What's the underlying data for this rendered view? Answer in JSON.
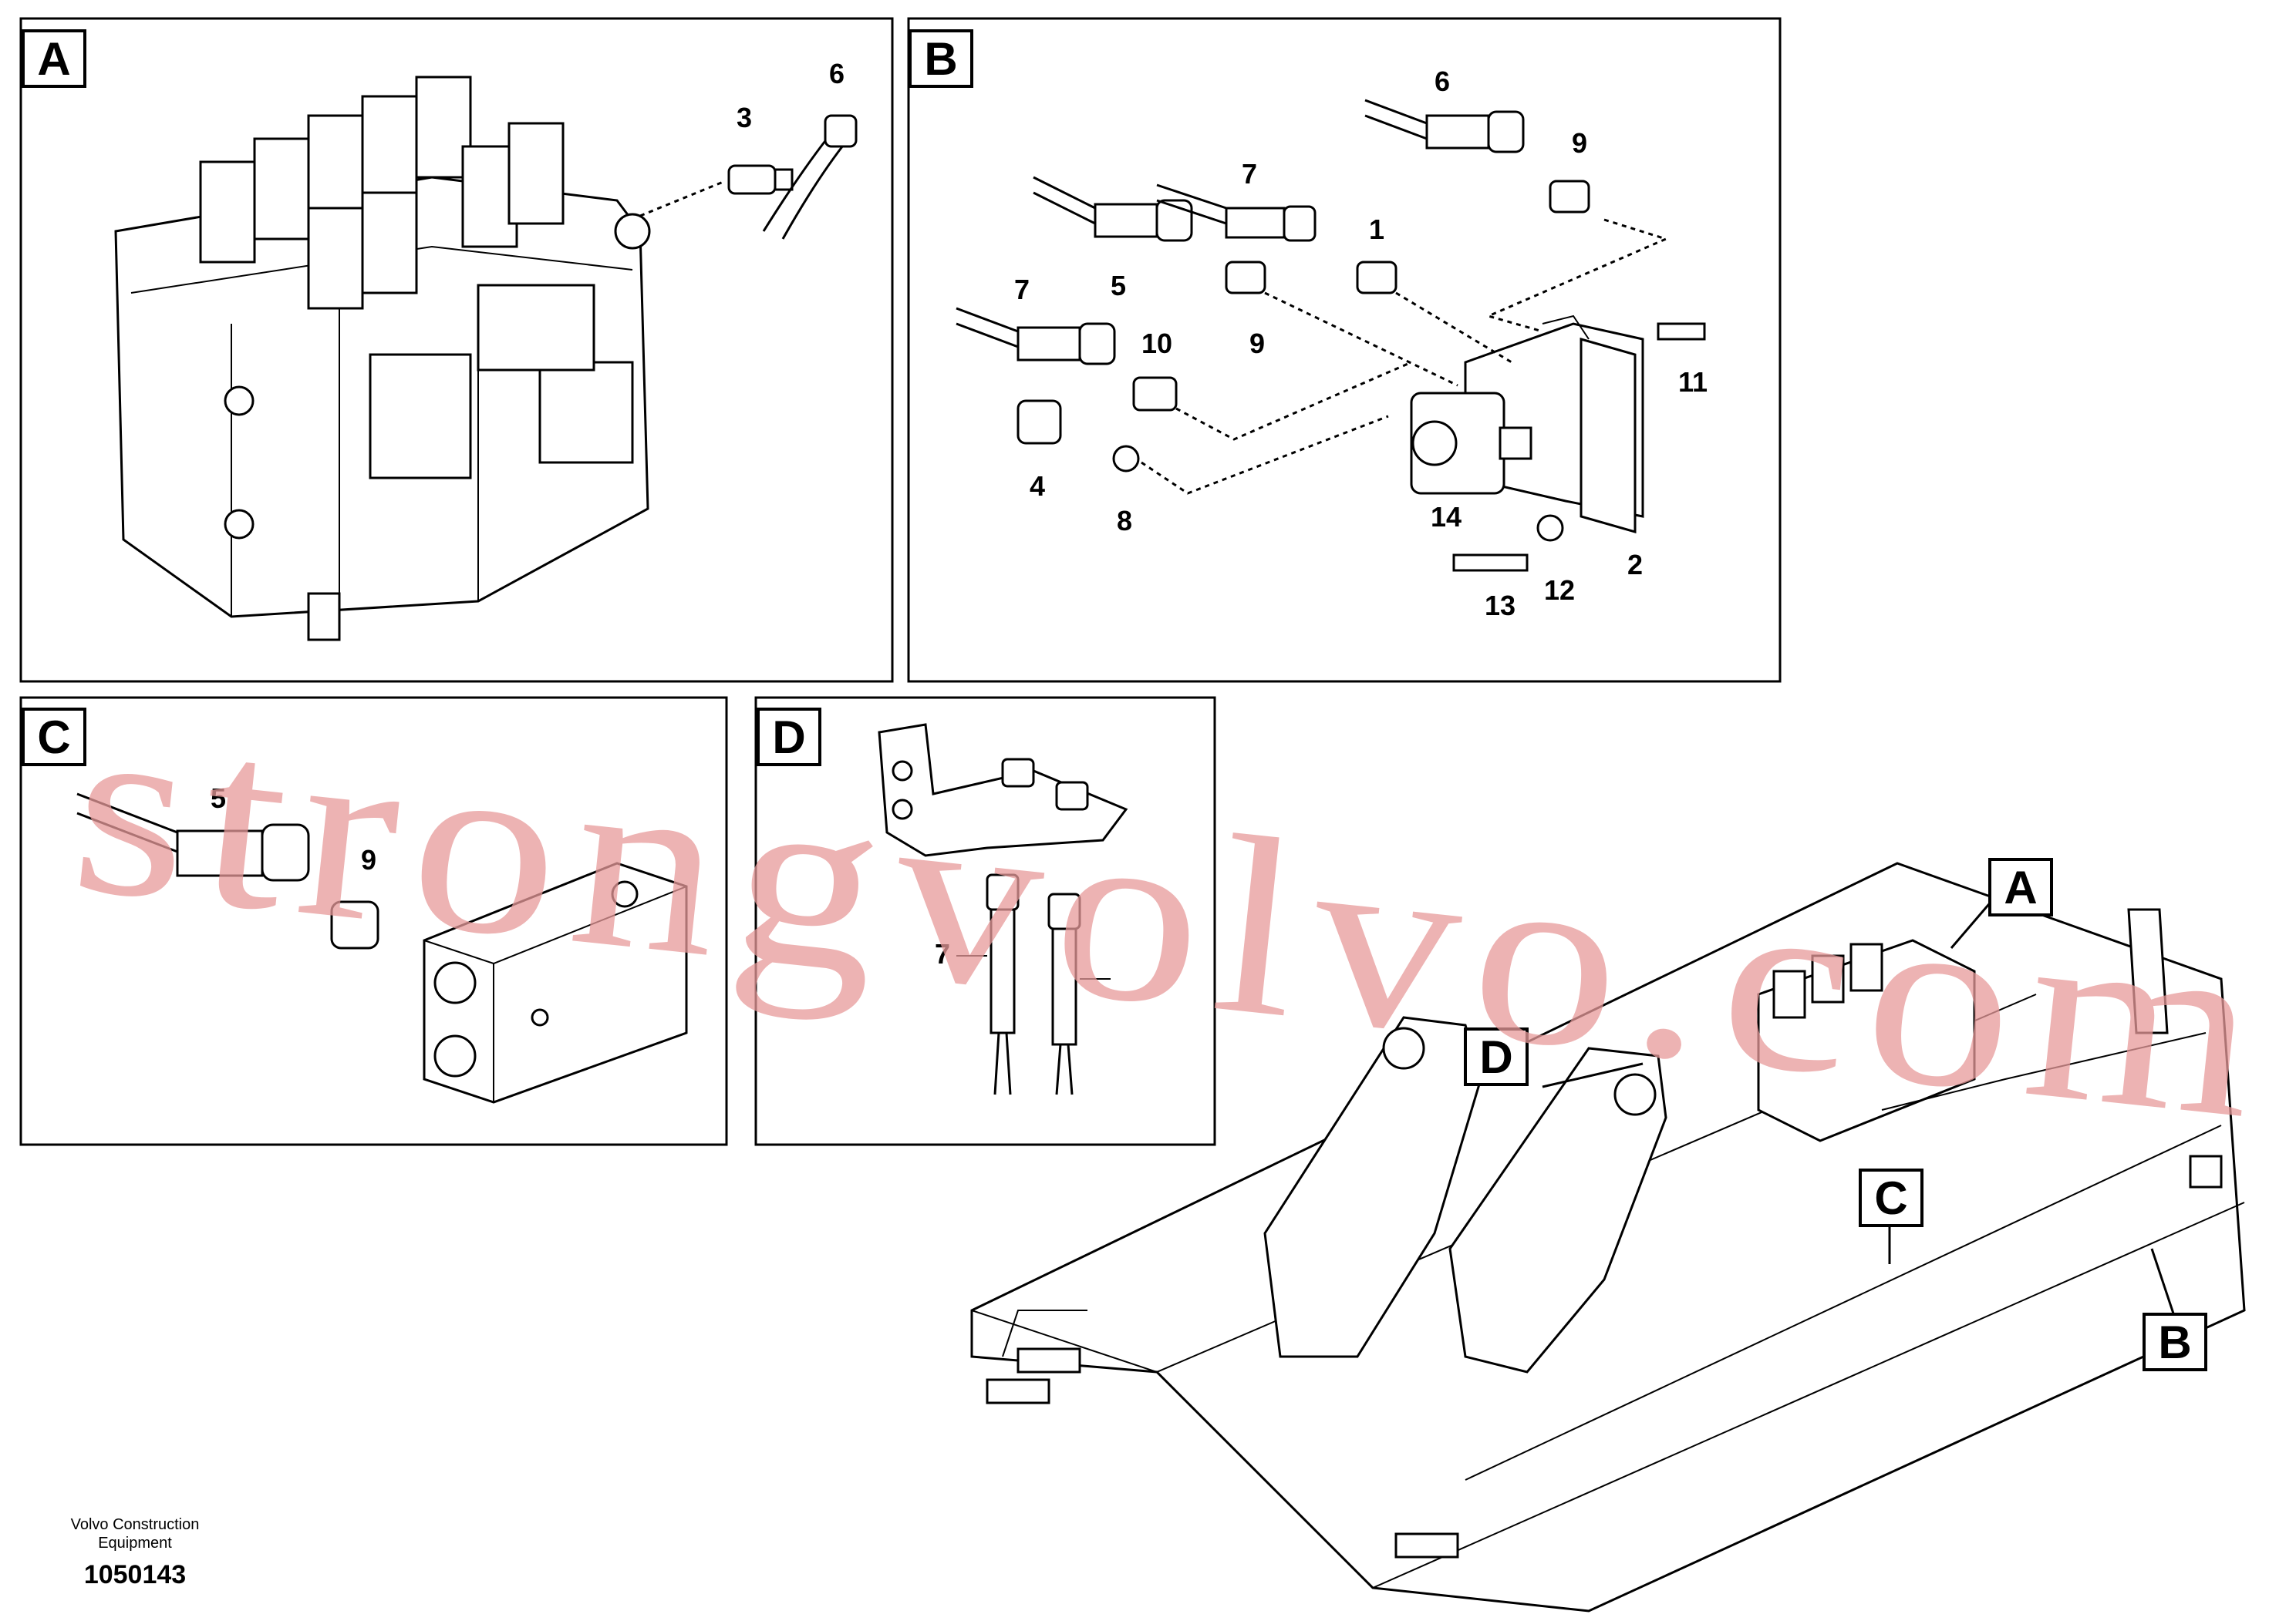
{
  "panels": {
    "A": {
      "label": "A",
      "callouts": [
        "3",
        "6"
      ]
    },
    "B": {
      "label": "B",
      "callouts": [
        "6",
        "9",
        "7",
        "5",
        "1",
        "9",
        "7",
        "10",
        "11",
        "4",
        "8",
        "14",
        "2",
        "13",
        "12"
      ]
    },
    "C": {
      "label": "C",
      "callouts": [
        "5",
        "9"
      ]
    },
    "D": {
      "label": "D",
      "callouts": [
        "7"
      ]
    }
  },
  "overview_tags": [
    "A",
    "D",
    "C",
    "B"
  ],
  "watermark": "strongvolvo.com",
  "footer": {
    "company_line1": "Volvo Construction",
    "company_line2": "Equipment",
    "doc_number": "1050143"
  }
}
